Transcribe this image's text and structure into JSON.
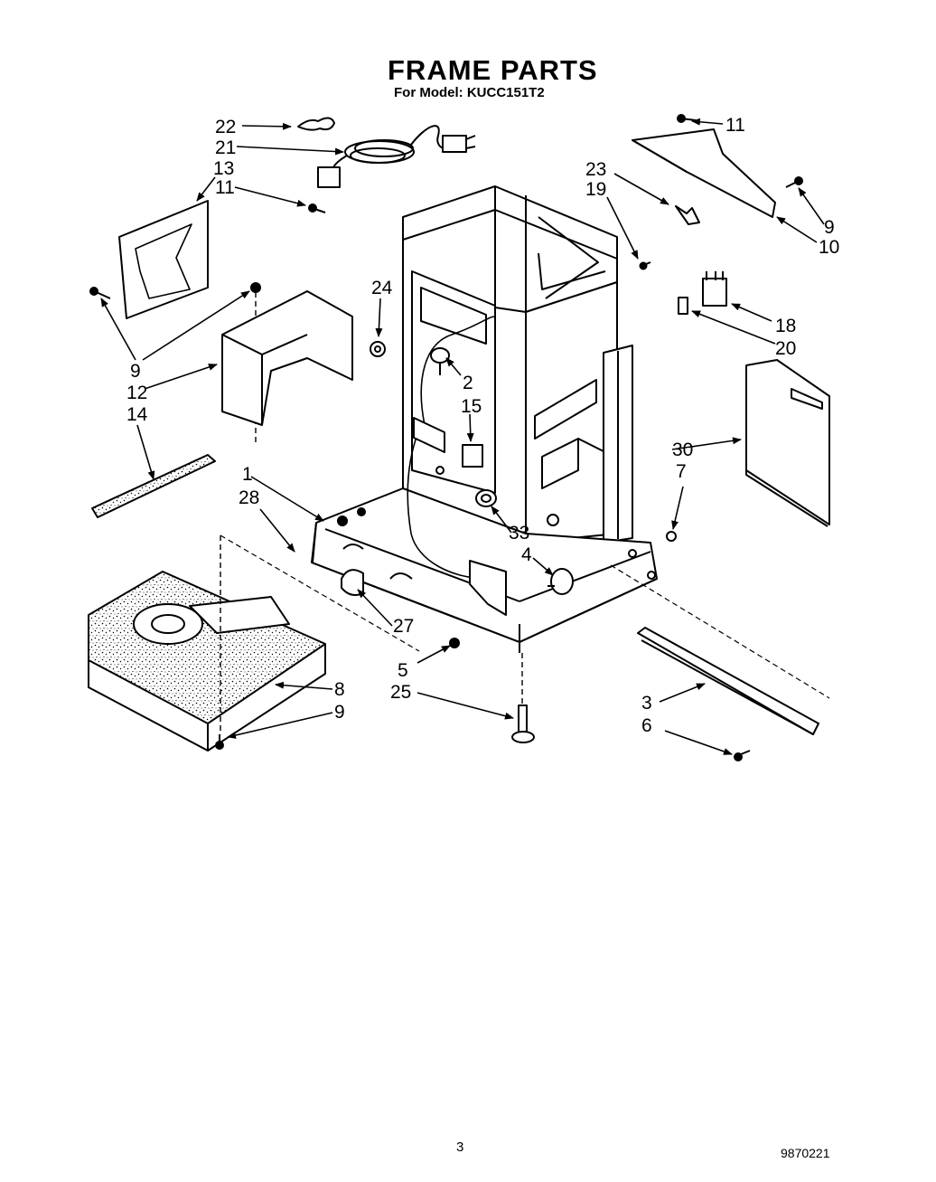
{
  "header": {
    "title": "FRAME PARTS",
    "subtitle": "For Model: KUCC151T2"
  },
  "footer": {
    "page_number": "3",
    "document_number": "9870221"
  },
  "callouts": [
    {
      "id": "c22",
      "label": "22"
    },
    {
      "id": "c21",
      "label": "21"
    },
    {
      "id": "c13",
      "label": "13"
    },
    {
      "id": "c11a",
      "label": "11"
    },
    {
      "id": "c9a",
      "label": "9"
    },
    {
      "id": "c12",
      "label": "12"
    },
    {
      "id": "c14",
      "label": "14"
    },
    {
      "id": "c24",
      "label": "24"
    },
    {
      "id": "c2",
      "label": "2"
    },
    {
      "id": "c15",
      "label": "15"
    },
    {
      "id": "c1",
      "label": "1"
    },
    {
      "id": "c28",
      "label": "28"
    },
    {
      "id": "c33",
      "label": "33"
    },
    {
      "id": "c4",
      "label": "4"
    },
    {
      "id": "c27",
      "label": "27"
    },
    {
      "id": "c5",
      "label": "5"
    },
    {
      "id": "c25",
      "label": "25"
    },
    {
      "id": "c8",
      "label": "8"
    },
    {
      "id": "c9b",
      "label": "9"
    },
    {
      "id": "c11b",
      "label": "11"
    },
    {
      "id": "c23",
      "label": "23"
    },
    {
      "id": "c19",
      "label": "19"
    },
    {
      "id": "c9c",
      "label": "9"
    },
    {
      "id": "c10",
      "label": "10"
    },
    {
      "id": "c18",
      "label": "18"
    },
    {
      "id": "c20",
      "label": "20"
    },
    {
      "id": "c30",
      "label": "30"
    },
    {
      "id": "c7",
      "label": "7"
    },
    {
      "id": "c3",
      "label": "3"
    },
    {
      "id": "c6",
      "label": "6"
    }
  ]
}
